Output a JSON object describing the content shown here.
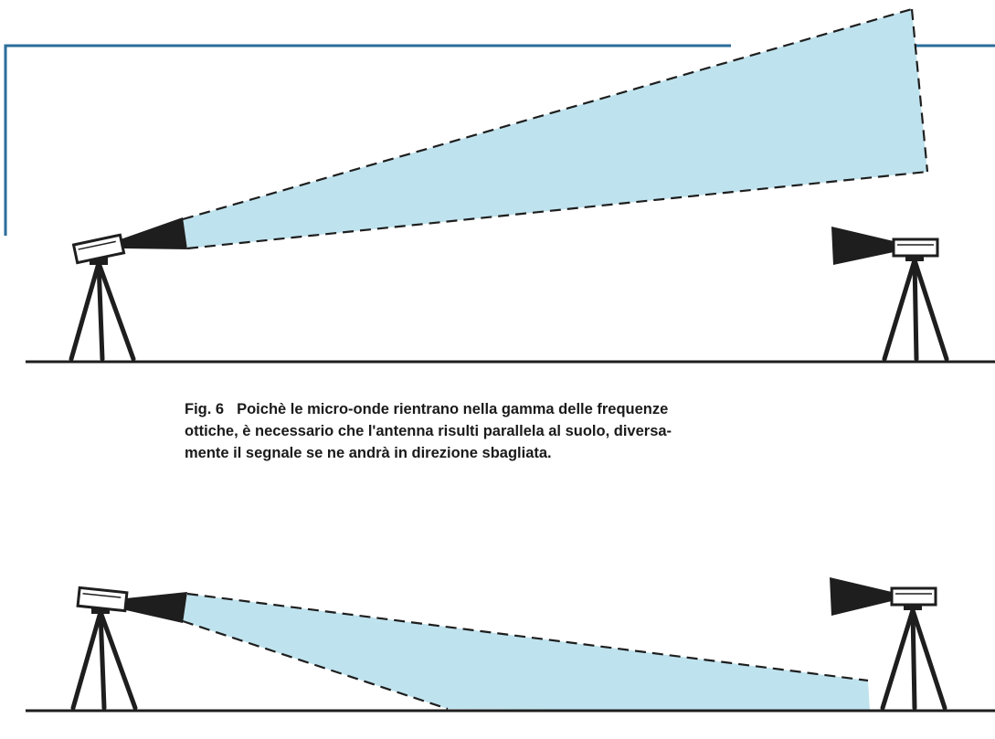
{
  "figure": {
    "label": "Fig. 6",
    "caption_lines": [
      "Poichè le micro-onde rientrano nella gamma delle frequenze",
      "ottiche, è necessario che l'antenna risulti parallela al suolo, diversa-",
      "mente il segnale se ne andrà in direzione sbagliata."
    ]
  },
  "colors": {
    "frame": "#2b6d9a",
    "beam": "#bfe3ee",
    "ink": "#1e1e1e",
    "paper": "#ffffff"
  },
  "scenes": [
    {
      "name": "upper-scene",
      "beam_direction": "tilted-up"
    },
    {
      "name": "lower-scene",
      "beam_direction": "tilted-down"
    }
  ]
}
